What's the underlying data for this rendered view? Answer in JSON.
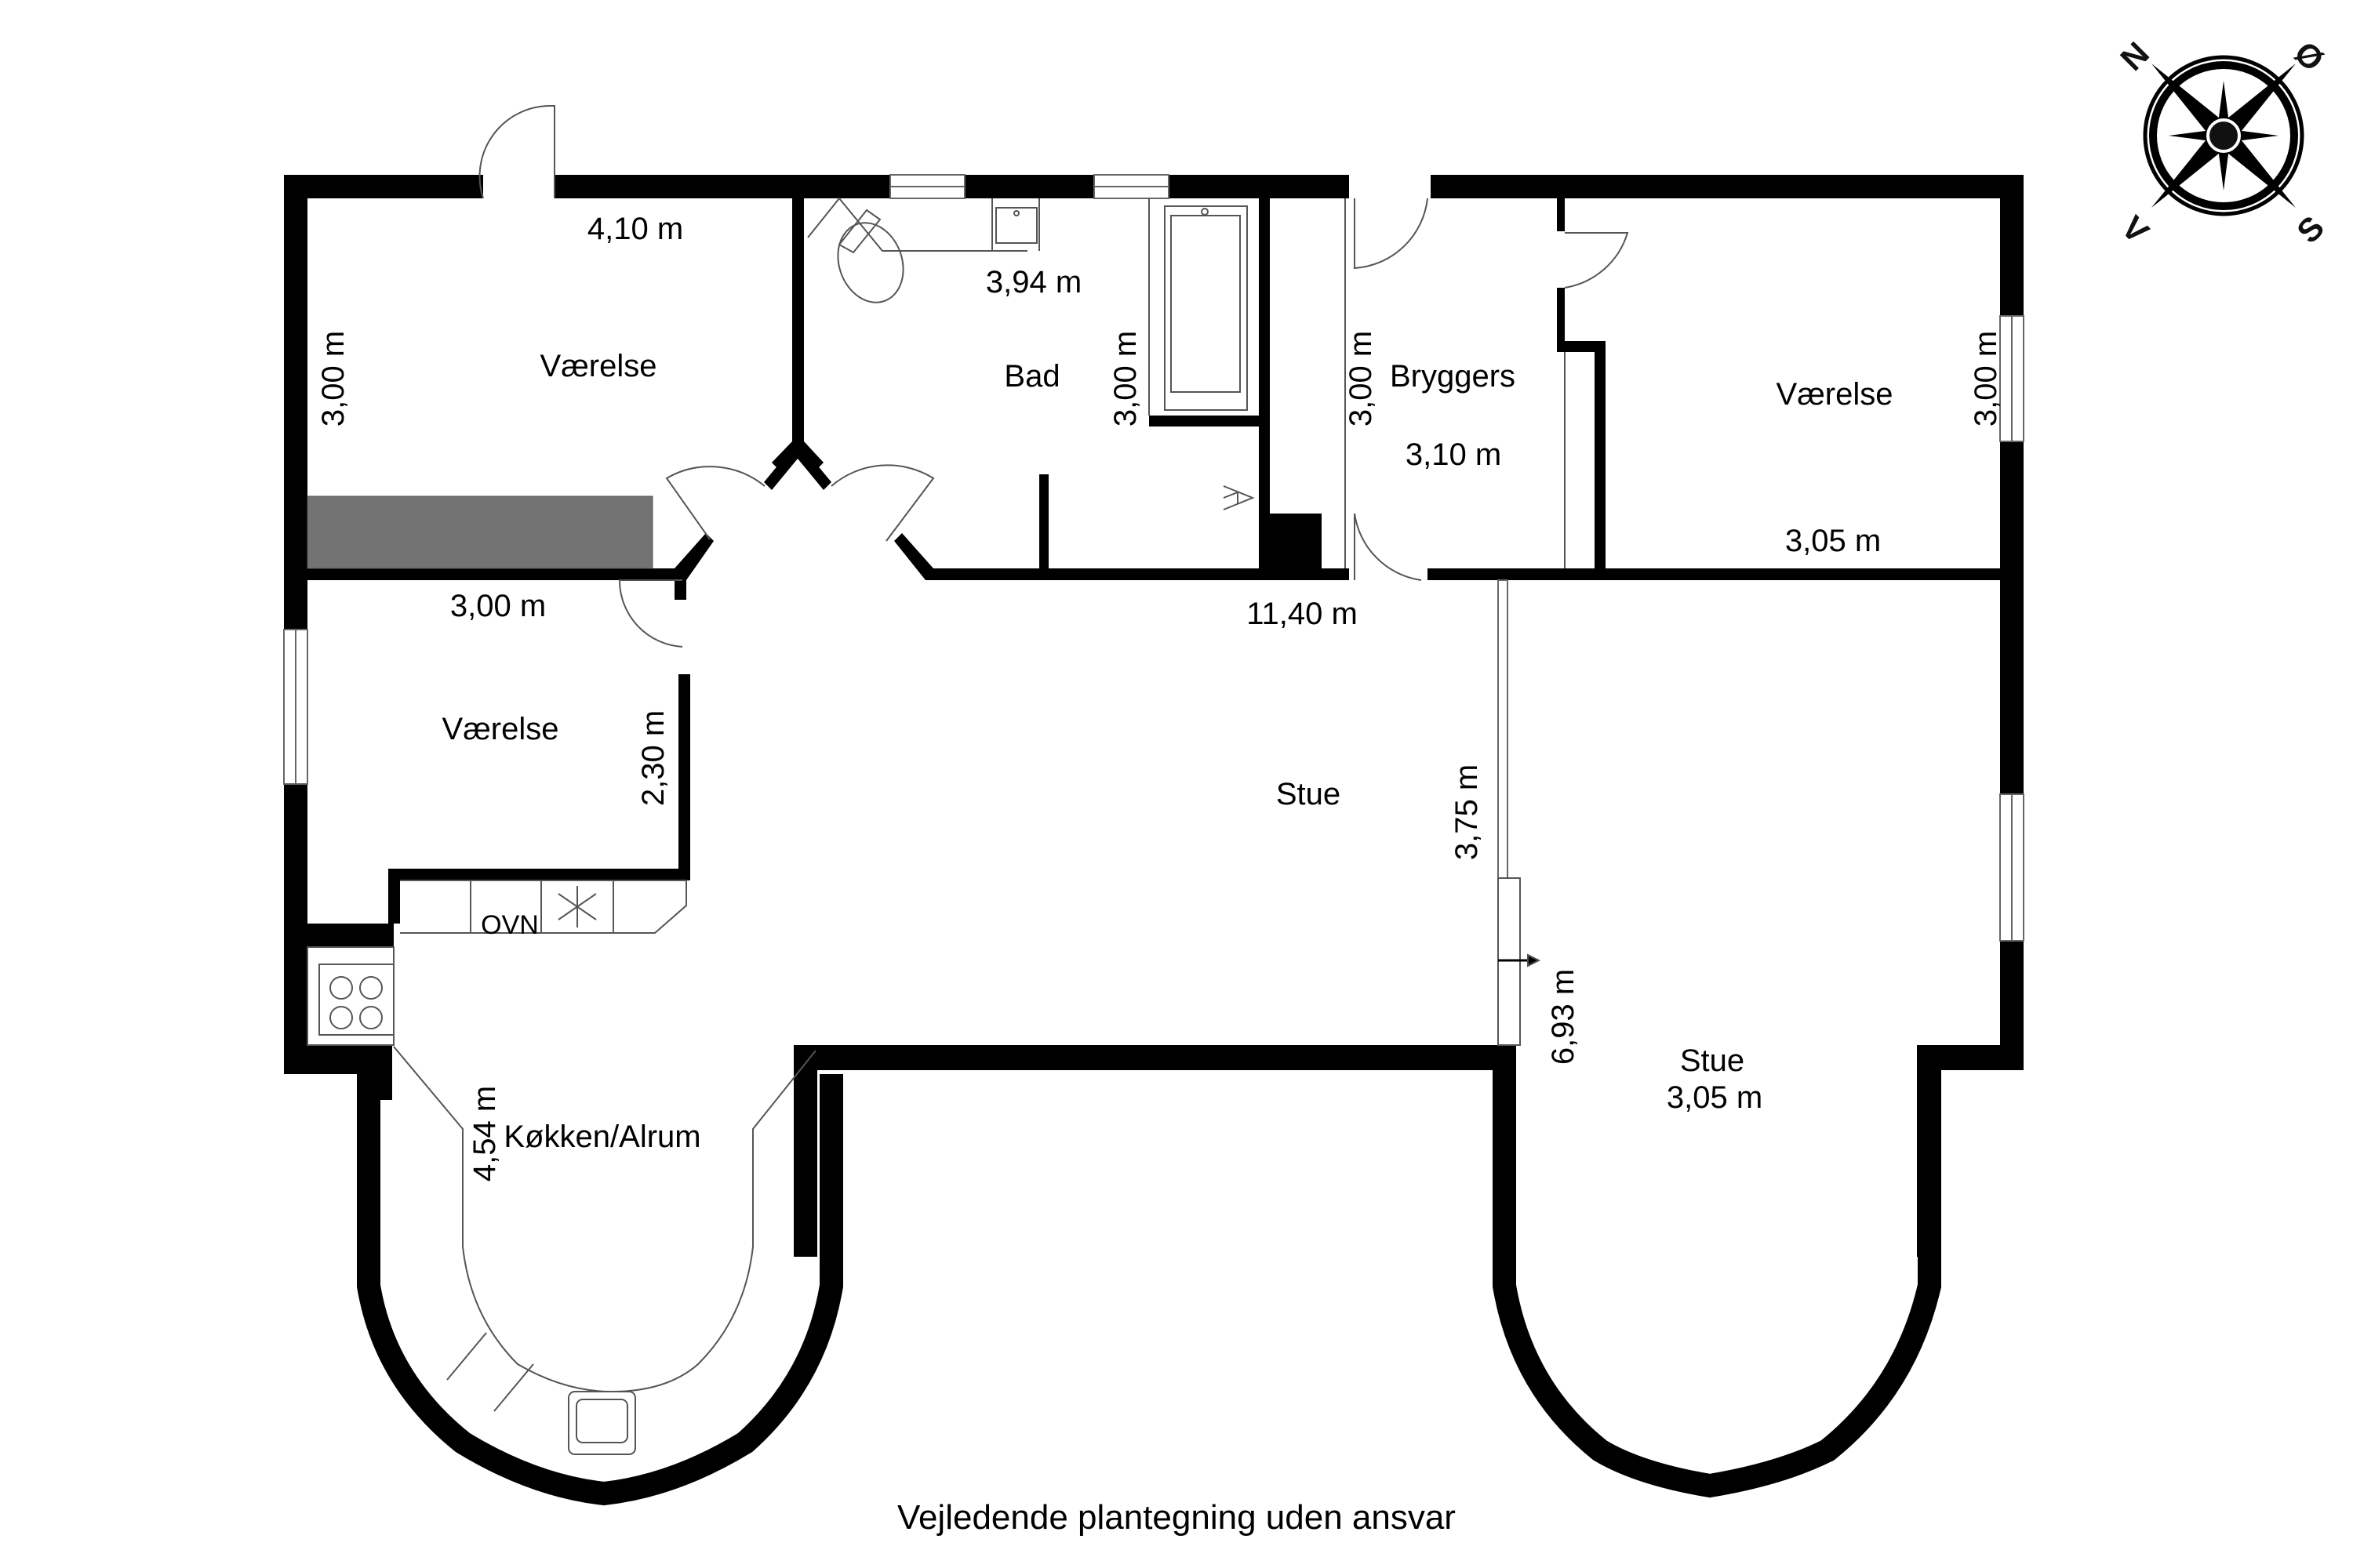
{
  "plan": {
    "colors": {
      "wall": "#000000",
      "fixture_line": "#555555",
      "built_in": "#737373",
      "background": "#ffffff"
    },
    "rooms": [
      {
        "name": "Værelse",
        "label": "Værelse",
        "dims": [
          "4,10 m",
          "3,00 m"
        ]
      },
      {
        "name": "Bad",
        "label": "Bad",
        "dims": [
          "3,94 m",
          "3,00 m"
        ]
      },
      {
        "name": "Bryggers",
        "label": "Bryggers",
        "dims": [
          "3,00 m",
          "3,10 m"
        ]
      },
      {
        "name": "Værelse",
        "label": "Værelse",
        "dims": [
          "3,00 m",
          "3,05 m"
        ]
      },
      {
        "name": "Værelse",
        "label": "Værelse",
        "dims": [
          "3,00 m",
          "2,30 m"
        ]
      },
      {
        "name": "Stue",
        "label": "Stue",
        "dims": [
          "11,40 m",
          "3,75 m"
        ]
      },
      {
        "name": "Stue",
        "label": "Stue",
        "dims": [
          "6,93 m",
          "3,05 m"
        ]
      },
      {
        "name": "Køkken/Alrum",
        "label": "Køkken/Alrum",
        "dims": [
          "4,54 m"
        ]
      }
    ],
    "labels": {
      "room_1": "Værelse",
      "room_1_w": "4,10 m",
      "room_1_h": "3,00 m",
      "bad": "Bad",
      "bad_w": "3,94 m",
      "bad_h": "3,00 m",
      "bryggers": "Bryggers",
      "bryggers_h": "3,00 m",
      "bryggers_w": "3,10 m",
      "room_2": "Værelse",
      "room_2_h": "3,00 m",
      "room_2_w": "3,05 m",
      "room_3": "Værelse",
      "room_3_w": "3,00 m",
      "room_3_h": "2,30 m",
      "stue_1": "Stue",
      "stue_1_w": "11,40 m",
      "stue_1_h": "3,75 m",
      "stue_2": "Stue",
      "stue_2_w": "3,05 m",
      "stue_2_h": "6,93 m",
      "kitchen": "Køkken/Alrum",
      "kitchen_h": "4,54 m",
      "oven": "OVN"
    },
    "compass": {
      "north": "N",
      "east": "Ø",
      "south": "S",
      "west": "V"
    },
    "footer": "Vejledende plantegning uden ansvar"
  }
}
